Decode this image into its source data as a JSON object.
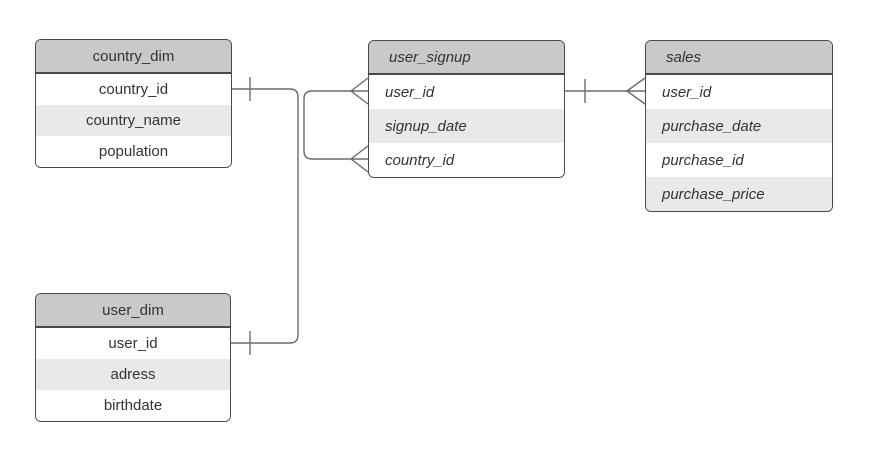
{
  "colors": {
    "header_fill": "#c9c9c9",
    "row_alt_fill": "#e9e9e9",
    "row_fill": "#ffffff",
    "border": "#4a4a4a",
    "connector": "#6b6b6b",
    "text": "#333333",
    "background": "#ffffff"
  },
  "tables": [
    {
      "name": "country_dim",
      "columns": [
        "country_id",
        "country_name",
        "population"
      ]
    },
    {
      "name": "user_signup",
      "columns": [
        "user_id",
        "signup_date",
        "country_id"
      ]
    },
    {
      "name": "sales",
      "columns": [
        "user_id",
        "purchase_date",
        "purchase_id",
        "purchase_price"
      ]
    },
    {
      "name": "user_dim",
      "columns": [
        "user_id",
        "adress",
        "birthdate"
      ]
    }
  ],
  "relationships": [
    {
      "from": "country_dim.country_id",
      "to": "user_signup.country_id",
      "from_cardinality": "one",
      "to_cardinality": "many"
    },
    {
      "from": "user_dim.user_id",
      "to": "user_signup.user_id",
      "from_cardinality": "one",
      "to_cardinality": "many"
    },
    {
      "from": "user_signup.user_id",
      "to": "sales.user_id",
      "from_cardinality": "one",
      "to_cardinality": "many"
    }
  ]
}
